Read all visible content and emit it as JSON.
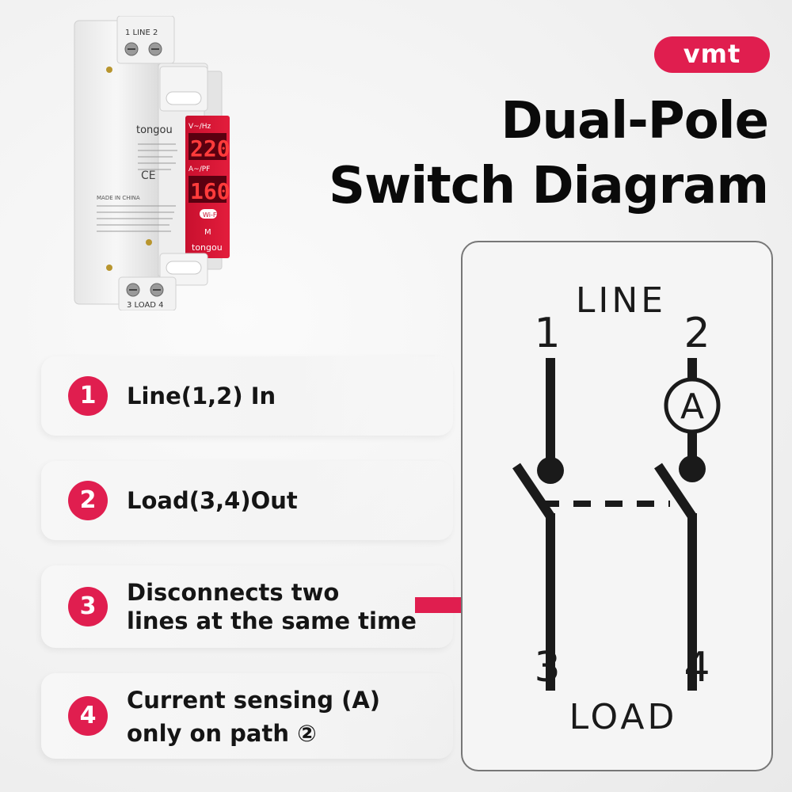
{
  "brand": {
    "badge_label": "vmt",
    "color": "#e01e4f"
  },
  "headline": {
    "line1": "Dual-Pole",
    "line2": "Switch Diagram"
  },
  "product": {
    "top_terminal_label": "1  LINE  2",
    "bottom_terminal_label": "3  LOAD  4",
    "brand_text": "tongou",
    "display_top_label": "V~/Hz",
    "display_top_value": "220",
    "display_bottom_label": "A~/PF",
    "display_bottom_value": "160",
    "wifi_label": "Wi-Fi",
    "mode_label": "M",
    "made_in": "MADE IN CHINA"
  },
  "features": [
    {
      "number": "1",
      "lines": [
        "Line(1,2) In"
      ]
    },
    {
      "number": "2",
      "lines": [
        "Load(3,4)Out"
      ]
    },
    {
      "number": "3",
      "lines": [
        "Disconnects two",
        "lines at the same time"
      ]
    },
    {
      "number": "4",
      "lines": [
        "Current sensing (A)",
        "only on path ②"
      ]
    }
  ],
  "diagram": {
    "top_label": "LINE",
    "bottom_label": "LOAD",
    "terminal_1": "1",
    "terminal_2": "2",
    "terminal_3": "3",
    "terminal_4": "4",
    "ammeter_symbol": "A"
  }
}
